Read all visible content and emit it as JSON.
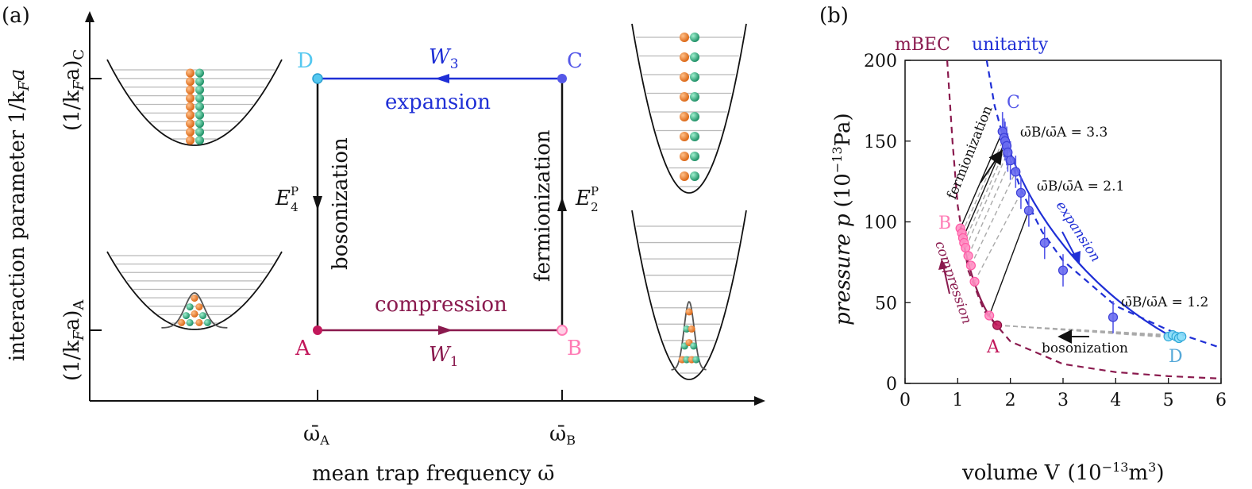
{
  "panel_a": {
    "panel_label": "(a)",
    "y_axis_label": "interaction parameter 1/k",
    "y_axis_label_sub": "F",
    "y_axis_label_end": "a",
    "tick_C": "(1/k",
    "tick_C_sub": "F",
    "tick_C_end": "a)",
    "tick_C_suffix": "C",
    "tick_A": "(1/k",
    "tick_A_sub": "F",
    "tick_A_end": "a)",
    "tick_A_suffix": "A",
    "x_axis_label": "mean trap frequency ω̄",
    "tick_wA": "ω̄",
    "tick_wA_sub": "A",
    "tick_wB": "ω̄",
    "tick_wB_sub": "B",
    "corner_A": "A",
    "corner_B": "B",
    "corner_C": "C",
    "corner_D": "D",
    "compression": "compression",
    "expansion": "expansion",
    "bosonization": "bosonization",
    "fermionization": "fermionization",
    "W1": "W",
    "W1_sub": "1",
    "W3": "W",
    "W3_sub": "3",
    "E4": "E",
    "E4_sup": "P",
    "E4_sub": "4",
    "E2": "E",
    "E2_sup": "P",
    "E2_sub": "2",
    "colors": {
      "A": "#c2185b",
      "B": "#ff7bb5",
      "C": "#5558e8",
      "D": "#55c8f0",
      "compression": "#8a1a4e",
      "expansion": "#1f2fd6",
      "orange": "#e8751e",
      "green": "#2aa57a"
    }
  },
  "panel_b": {
    "panel_label": "(b)",
    "legend_mbec": "mBEC",
    "legend_unitarity": "unitarity",
    "ylabel": "pressure p",
    "ylabel_unit": "(10",
    "ylabel_exp": "−13",
    "ylabel_unit_end": "Pa)",
    "xlabel": "volume V",
    "xlabel_unit": "(10",
    "xlabel_exp": "−13",
    "xlabel_unit_end": "m",
    "xlabel_unit_sup": "3",
    "xlabel_unit_close": ")",
    "point_A": "A",
    "point_B": "B",
    "point_C": "C",
    "point_D": "D",
    "ann_33": "ω̄B/ω̄A = 3.3",
    "ann_21": "ω̄B/ω̄A = 2.1",
    "ann_12": "ω̄B/ω̄A = 1.2",
    "ann_fermionization": "fermionization",
    "ann_expansion": "expansion",
    "ann_compression": "compression",
    "ann_bosonization": "bosonization",
    "chart_data": {
      "type": "scatter",
      "xlim": [
        0,
        6
      ],
      "ylim": [
        0,
        200
      ],
      "x_ticks": [
        "0",
        "1",
        "2",
        "3",
        "4",
        "5",
        "6"
      ],
      "y_ticks": [
        "0",
        "50",
        "100",
        "150",
        "200"
      ],
      "series": [
        {
          "name": "mBEC",
          "style": "dashed-line",
          "color": "#8a1a4e",
          "x": [
            0.8,
            0.9,
            1.0,
            1.2,
            1.5,
            2.0,
            3.0,
            4.0,
            5.0,
            6.0
          ],
          "y": [
            200,
            150,
            110,
            70,
            45,
            26,
            12,
            7,
            4.5,
            3
          ]
        },
        {
          "name": "unitarity",
          "style": "dashed-line",
          "color": "#1f2fd6",
          "x": [
            1.55,
            1.7,
            1.9,
            2.2,
            2.6,
            3.0,
            4.0,
            5.0,
            6.0
          ],
          "y": [
            200,
            172,
            148,
            120,
            94,
            76,
            48,
            33,
            22
          ]
        },
        {
          "name": "B points",
          "color": "#ff7bb5",
          "x": [
            1.05,
            1.08,
            1.1,
            1.12,
            1.15,
            1.2,
            1.25,
            1.32,
            1.6
          ],
          "y": [
            96,
            93,
            90,
            87,
            84,
            79,
            73,
            63,
            42
          ]
        },
        {
          "name": "C points",
          "color": "#5558e8",
          "x": [
            1.85,
            1.88,
            1.9,
            1.93,
            1.95,
            2.0,
            2.1,
            2.2,
            2.35,
            2.65,
            3.0,
            3.95
          ],
          "y": [
            156,
            152,
            150,
            147,
            143,
            138,
            131,
            118,
            107,
            87,
            70,
            41
          ]
        },
        {
          "name": "A point",
          "color": "#c2185b",
          "x": [
            1.75
          ],
          "y": [
            36
          ]
        },
        {
          "name": "D points",
          "color": "#55c8f0",
          "x": [
            5.0,
            5.08,
            5.15,
            5.2,
            5.25
          ],
          "y": [
            29,
            30,
            29,
            28,
            29
          ]
        }
      ]
    }
  }
}
